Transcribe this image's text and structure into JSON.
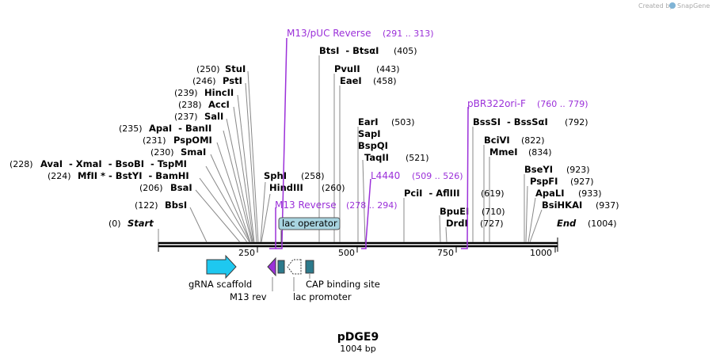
{
  "credit": {
    "prefix": "Created by",
    "brand": "SnapGene"
  },
  "plasmid": {
    "name": "pDGE9",
    "length": "1004 bp"
  },
  "ticks": [
    "250",
    "500",
    "750",
    "1000"
  ],
  "ends": {
    "start": {
      "pos": "(0)",
      "label": "Start"
    },
    "end": {
      "label": "End",
      "pos": "(1004)"
    }
  },
  "enzymes_left": [
    {
      "pos": "(250)",
      "name": "StuI"
    },
    {
      "pos": "(246)",
      "name": "PstI"
    },
    {
      "pos": "(239)",
      "name": "HincII"
    },
    {
      "pos": "(238)",
      "name": "AccI"
    },
    {
      "pos": "(237)",
      "name": "SalI"
    },
    {
      "pos": "(235)",
      "name": "ApaI  - BanII"
    },
    {
      "pos": "(231)",
      "name": "PspOMI"
    },
    {
      "pos": "(230)",
      "name": "SmaI"
    },
    {
      "pos": "(228)",
      "name": "AvaI  - XmaI  - BsoBI  - TspMI"
    },
    {
      "pos": "(224)",
      "name": "MfII * - BstYI  - BamHI"
    },
    {
      "pos": "(206)",
      "name": "BsaI"
    },
    {
      "pos": "(122)",
      "name": "BbsI"
    }
  ],
  "enzymes_right": [
    {
      "name": "BtsI  - BtsαI",
      "pos": "(405)"
    },
    {
      "name": "PvuII",
      "pos": "(443)"
    },
    {
      "name": "EaeI",
      "pos": "(458)"
    },
    {
      "name": "SphI",
      "pos": "(258)"
    },
    {
      "name": "HindIII",
      "pos": "(260)"
    },
    {
      "name": "EarI",
      "pos": "(503)"
    },
    {
      "name": "SapI",
      "pos": ""
    },
    {
      "name": "BspQI",
      "pos": ""
    },
    {
      "name": "TaqII",
      "pos": "(521)"
    },
    {
      "name": "PciI  - AflIII",
      "pos": "(619)"
    },
    {
      "name": "BpuEI",
      "pos": "(710)"
    },
    {
      "name": "DrdI",
      "pos": "(727)"
    },
    {
      "name": "BssSI  - BssSαI",
      "pos": "(792)"
    },
    {
      "name": "BciVI",
      "pos": "(822)"
    },
    {
      "name": "MmeI",
      "pos": "(834)"
    },
    {
      "name": "BseYI",
      "pos": "(923)"
    },
    {
      "name": "PspFI",
      "pos": "(927)"
    },
    {
      "name": "ApaLI",
      "pos": "(933)"
    },
    {
      "name": "BsiHKAI",
      "pos": "(937)"
    }
  ],
  "primers": [
    {
      "name": "M13/pUC Reverse",
      "range": "(291 .. 313)"
    },
    {
      "name": "pBR322ori-F",
      "range": "(760 .. 779)"
    },
    {
      "name": "L4440",
      "range": "(509 .. 526)"
    },
    {
      "name": "M13 Reverse",
      "range": "(278 .. 294)"
    }
  ],
  "features": {
    "lac_operator": "lac operator",
    "grna_scaffold": "gRNA scaffold",
    "m13_rev": "M13 rev",
    "lac_promoter": "lac promoter",
    "cap_site": "CAP binding site"
  },
  "colors": {
    "primer": "#9b30d9",
    "grna": "#1ec8f0",
    "feature_teal": "#2c7a8c",
    "lac_operator_fill": "#a8d4e0"
  }
}
